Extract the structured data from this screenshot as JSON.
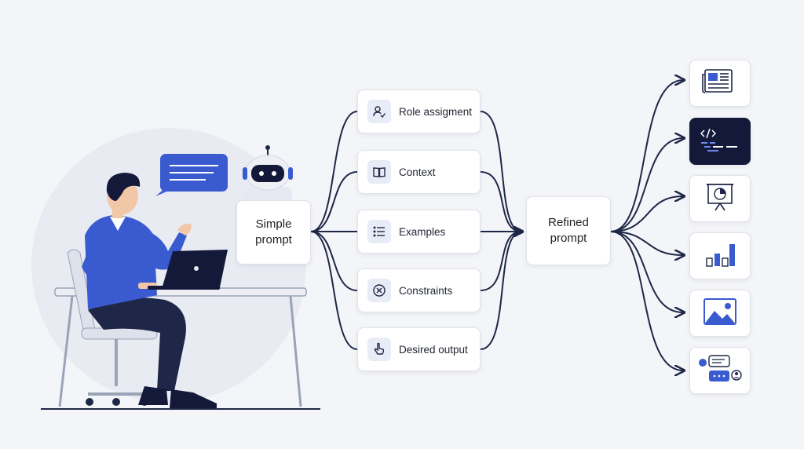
{
  "nodes": {
    "simple_prompt": "Simple\nprompt",
    "refined_prompt": "Refined\nprompt"
  },
  "components": [
    {
      "label": "Role assigment",
      "icon": "user-check-icon"
    },
    {
      "label": "Context",
      "icon": "open-book-icon"
    },
    {
      "label": "Examples",
      "icon": "list-icon"
    },
    {
      "label": "Constraints",
      "icon": "circle-x-icon"
    },
    {
      "label": "Desired output",
      "icon": "pointer-hand-icon"
    }
  ],
  "outputs": [
    {
      "icon": "document-icon"
    },
    {
      "icon": "code-terminal-icon"
    },
    {
      "icon": "presentation-icon"
    },
    {
      "icon": "bar-chart-icon"
    },
    {
      "icon": "image-icon"
    },
    {
      "icon": "chat-icon"
    }
  ],
  "colors": {
    "accent": "#3a5bd0",
    "line": "#1e2747",
    "navy": "#14193a",
    "card_border": "#dfe2ea",
    "background": "#f4f5f8"
  }
}
